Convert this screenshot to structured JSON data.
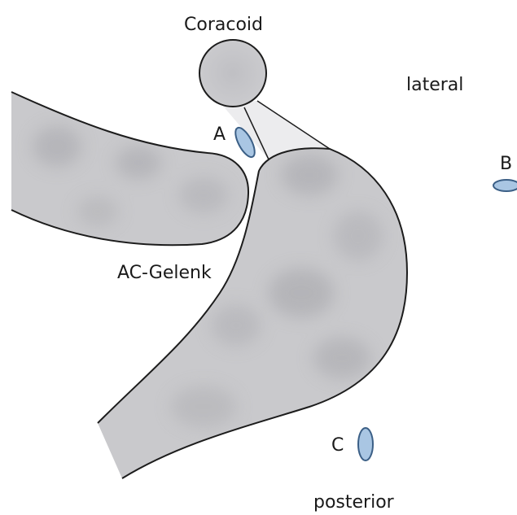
{
  "diagram": {
    "labels": {
      "coracoid": "Coracoid",
      "lateral": "lateral",
      "a": "A",
      "b": "B",
      "c": "C",
      "ac_joint": "AC-Gelenk",
      "posterior": "posterior"
    },
    "colors": {
      "bone_fill": "#c9c9cc",
      "bone_texture": "#a9a9ae",
      "bone_outline": "#1c1c1c",
      "marker_fill": "#a9c6e3",
      "marker_outline": "#3b5f86",
      "text": "#1a1a1a",
      "ligament": "#e6e6e8"
    }
  }
}
